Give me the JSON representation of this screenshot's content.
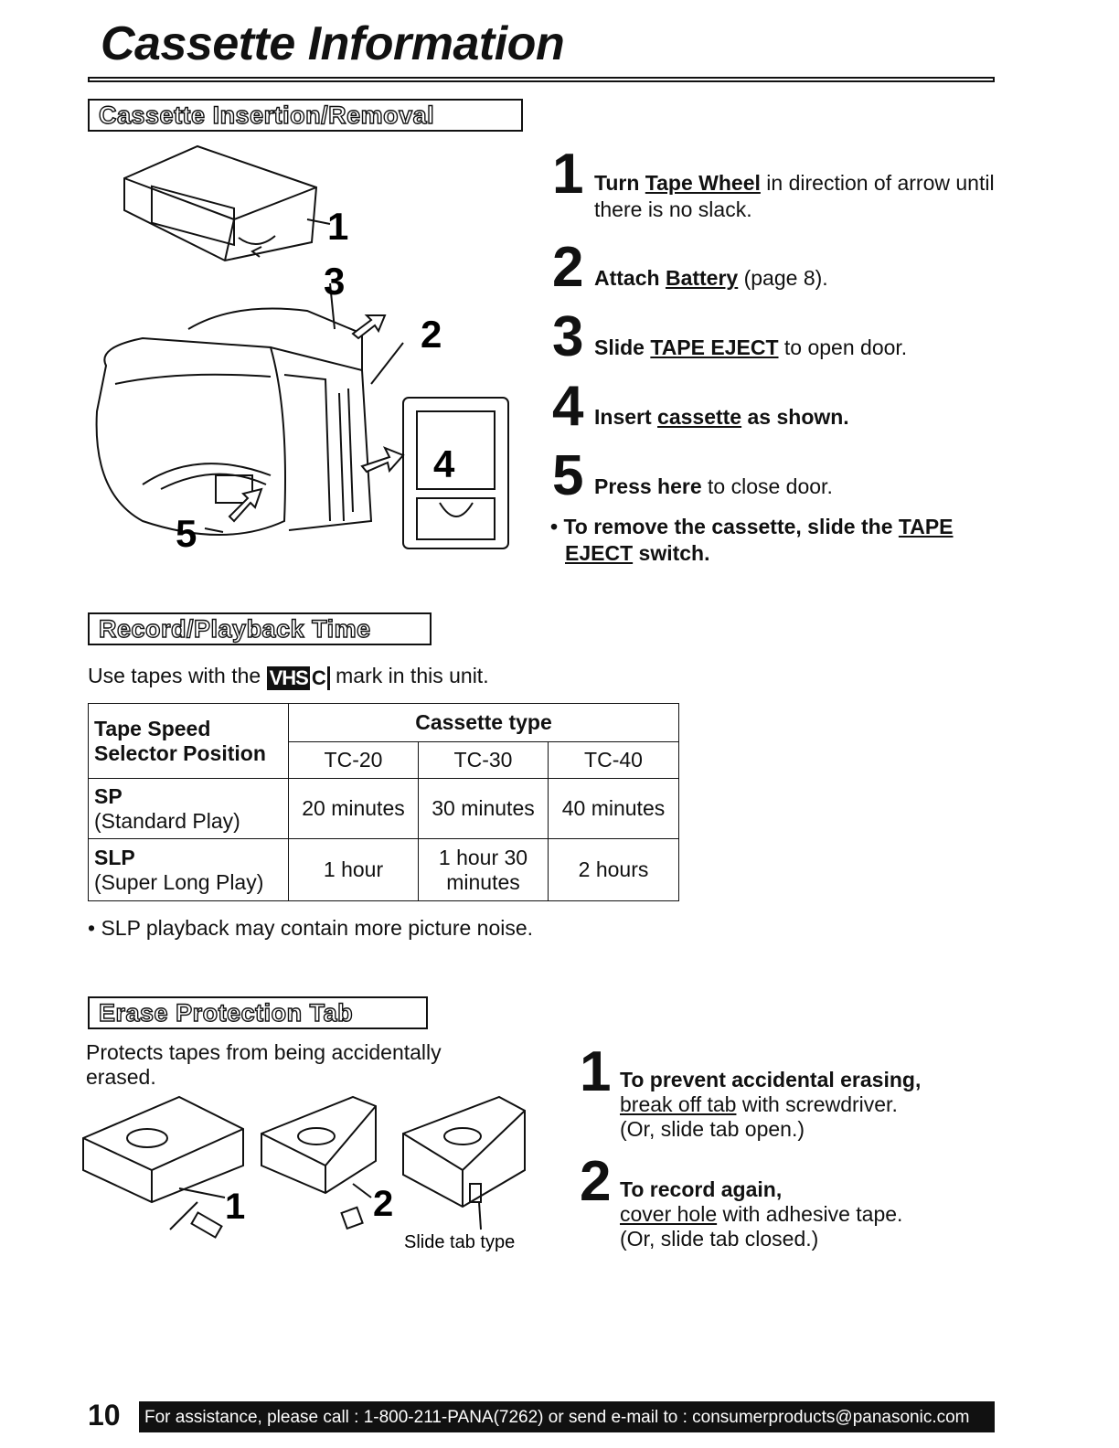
{
  "page": {
    "title": "Cassette Information",
    "page_number": "10",
    "footer": "For assistance, please call : 1-800-211-PANA(7262) or send e-mail to : consumerproducts@panasonic.com"
  },
  "insertion": {
    "heading": "Cassette Insertion/Removal",
    "callouts": [
      "1",
      "2",
      "3",
      "4",
      "5"
    ],
    "steps": [
      {
        "num": "1",
        "pre": "Turn ",
        "link": "Tape Wheel",
        "post": " in direction of arrow until there is no slack."
      },
      {
        "num": "2",
        "pre": "Attach ",
        "link": "Battery",
        "post": " (page 8)."
      },
      {
        "num": "3",
        "pre": "Slide ",
        "link": "TAPE EJECT",
        "post": " to open door."
      },
      {
        "num": "4",
        "pre": "Insert ",
        "link": "cassette",
        "post": " as shown."
      },
      {
        "num": "5",
        "pre": "Press here",
        "link": "",
        "post": " to close door."
      }
    ],
    "remove_note": {
      "pre": "• To remove the cassette, slide the ",
      "link": "TAPE EJECT",
      "post": " switch."
    }
  },
  "record_time": {
    "heading": "Record/Playback Time",
    "intro_pre": "Use tapes with the ",
    "mark": "VHS",
    "mark_c": "C",
    "intro_post": " mark in this unit.",
    "table": {
      "row_header": "Tape Speed Selector Position",
      "group_header": "Cassette type",
      "columns": [
        "TC-20",
        "TC-30",
        "TC-40"
      ],
      "rows": [
        {
          "mode": "SP",
          "desc": "(Standard Play)",
          "cells": [
            "20 minutes",
            "30 minutes",
            "40 minutes"
          ]
        },
        {
          "mode": "SLP",
          "desc": "(Super Long Play)",
          "cells": [
            "1 hour",
            "1 hour 30 minutes",
            "2 hours"
          ]
        }
      ]
    },
    "note": "• SLP playback may contain more picture noise."
  },
  "erase": {
    "heading": "Erase Protection Tab",
    "intro": "Protects tapes from being accidentally erased.",
    "callouts": [
      "1",
      "2"
    ],
    "slide_label": "Slide tab type",
    "steps": [
      {
        "num": "1",
        "title": "To prevent accidental erasing,",
        "link": "break off tab",
        "post": " with screwdriver.",
        "note": "(Or, slide tab open.)"
      },
      {
        "num": "2",
        "title": "To record again,",
        "link": "cover hole",
        "post": " with adhesive tape.",
        "note": "(Or, slide tab closed.)"
      }
    ]
  }
}
